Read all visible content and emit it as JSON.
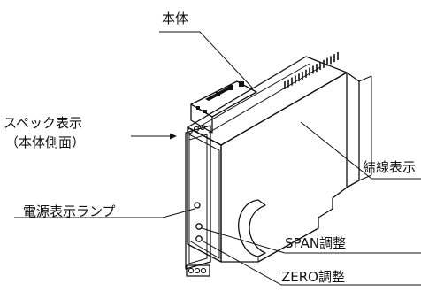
{
  "labels": {
    "main_body": "本体",
    "spec_display_1": "スペック表示",
    "spec_display_2": "（本体側面）",
    "wiring_display": "結線表示",
    "power_lamp": "電源表示ランプ",
    "span_adjust": "SPAN調整",
    "zero_adjust": "ZERO調整"
  }
}
